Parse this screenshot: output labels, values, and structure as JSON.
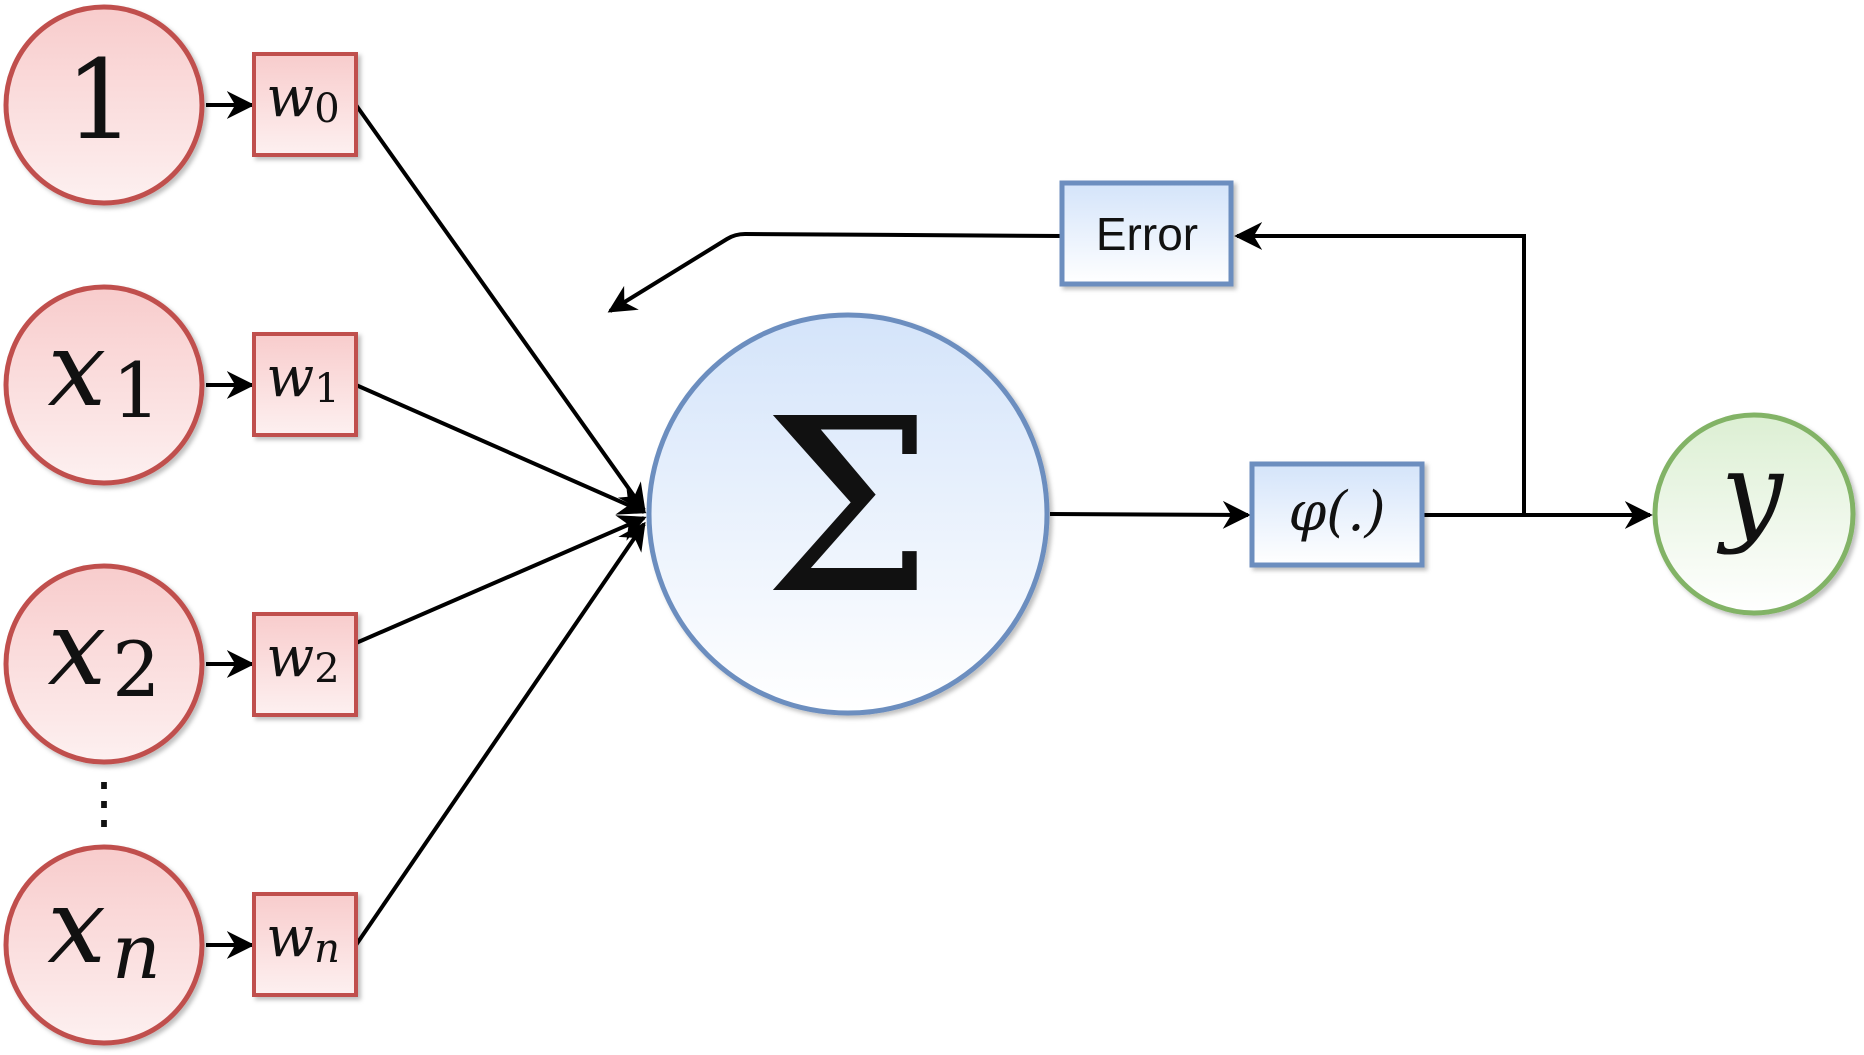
{
  "inputs": [
    {
      "base": "1",
      "sub": ""
    },
    {
      "base": "x",
      "sub": "1"
    },
    {
      "base": "x",
      "sub": "2"
    },
    {
      "base": "x",
      "sub": "n"
    }
  ],
  "weights": [
    {
      "base": "w",
      "sub": "0"
    },
    {
      "base": "w",
      "sub": "1"
    },
    {
      "base": "w",
      "sub": "2"
    },
    {
      "base": "w",
      "sub": "n"
    }
  ],
  "ellipsis": "⋮",
  "sum_symbol": "Σ",
  "activation_label": "φ(.)",
  "error_label": "Error",
  "output_label": "y",
  "colors": {
    "input_stroke": "#c0504d",
    "input_fill_top": "#f8cccc",
    "input_fill_bottom": "#fdf0f0",
    "blue_stroke": "#6c8ebf",
    "blue_fill_top": "#d4e4fa",
    "blue_fill_bottom": "#ffffff",
    "output_stroke": "#82b366",
    "output_fill_top": "#dcefd3",
    "output_fill_bottom": "#ffffff",
    "line": "#000000"
  }
}
